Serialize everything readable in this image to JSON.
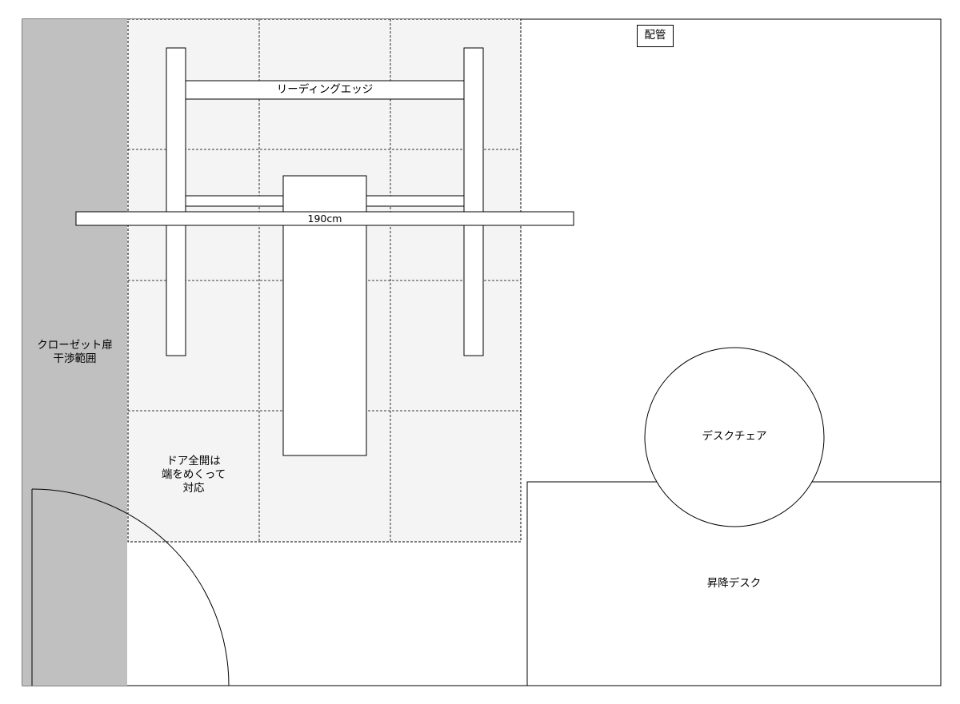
{
  "labels": {
    "piping": "配管",
    "leading_edge": "リーディングエッジ",
    "bar_length": "190cm",
    "closet_line1": "クローゼット扉",
    "closet_line2": "干渉範囲",
    "door_line1": "ドア全開は",
    "door_line2": "端をめくって",
    "door_line3": "対応",
    "desk_chair": "デスクチェア",
    "standing_desk": "昇降デスク"
  },
  "colors": {
    "closet_zone": "#c0c0c0",
    "mat_fill": "#f4f4f4",
    "line": "#000000"
  }
}
